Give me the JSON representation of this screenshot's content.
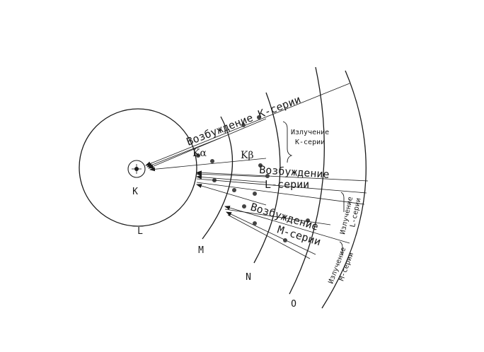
{
  "shells": {
    "k": "K",
    "l": "L",
    "m": "M",
    "n": "N",
    "o": "O"
  },
  "lines": {
    "k_alpha": "Kα",
    "k_beta": "Kβ"
  },
  "labels": {
    "excitation_k": "Возбуждение К-серии",
    "emission_k_line1": "Излучение",
    "emission_k_line2": "К-серии",
    "excitation_l_line1": "Возбуждение",
    "excitation_l_line2": "L-серии",
    "emission_l_line1": "Излучение",
    "emission_l_line2": "L-серии",
    "excitation_m_line1": "Возбуждение",
    "excitation_m_line2": "М-серии",
    "emission_m_line1": "Излучение",
    "emission_m_line2": "М-серии"
  }
}
